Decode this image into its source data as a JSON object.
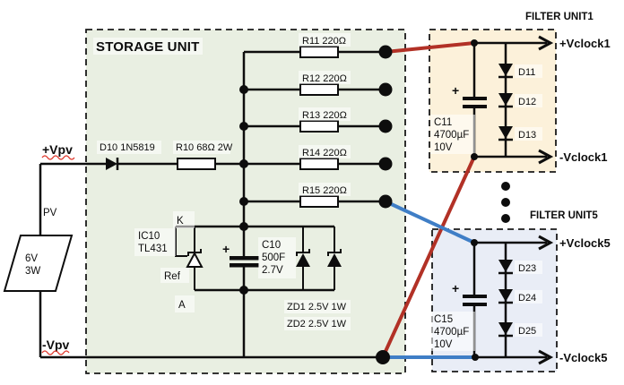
{
  "pv_source": {
    "pos_terminal": "+Vpv",
    "neg_terminal": "-Vpv",
    "wire_label": "PV",
    "panel_line1": "6V",
    "panel_line2": "3W"
  },
  "storage_unit": {
    "title": "STORAGE UNIT",
    "input_diode_label": "D10 1N5819",
    "input_resistor_label": "R10 68Ω 2W",
    "resistor_labels": [
      "R11 220Ω",
      "R12 220Ω",
      "R13 220Ω",
      "R14 220Ω",
      "R15 220Ω"
    ],
    "regulator": {
      "ref_line1": "IC10",
      "ref_line2": "TL431",
      "pin_cathode": "K",
      "pin_ref": "Ref",
      "pin_anode": "A"
    },
    "supercap": {
      "name": "C10",
      "value": "500F",
      "voltage": "2.7V",
      "polarity": "+"
    },
    "zener1_label": "ZD1 2.5V 1W",
    "zener2_label": "ZD2 2.5V 1W"
  },
  "filter_unit1": {
    "title": "FILTER UNIT1",
    "cap": {
      "name": "C11",
      "value": "4700µF",
      "voltage": "10V",
      "polarity": "+"
    },
    "diode_labels": [
      "D11",
      "D12",
      "D13"
    ],
    "out_pos": "+Vclock1",
    "out_neg": "-Vclock1"
  },
  "filter_unit5": {
    "title": "FILTER UNIT5",
    "cap": {
      "name": "C15",
      "value": "4700µF",
      "voltage": "10V",
      "polarity": "+"
    },
    "diode_labels": [
      "D23",
      "D24",
      "D25"
    ],
    "out_pos": "+Vclock5",
    "out_neg": "-Vclock5"
  },
  "colors": {
    "storage_fill": "#e9efe2",
    "filter1_fill": "#fcf1da",
    "filter5_fill": "#e9edf6",
    "wire_red": "#b23126",
    "wire_blue": "#3f7ec6"
  }
}
